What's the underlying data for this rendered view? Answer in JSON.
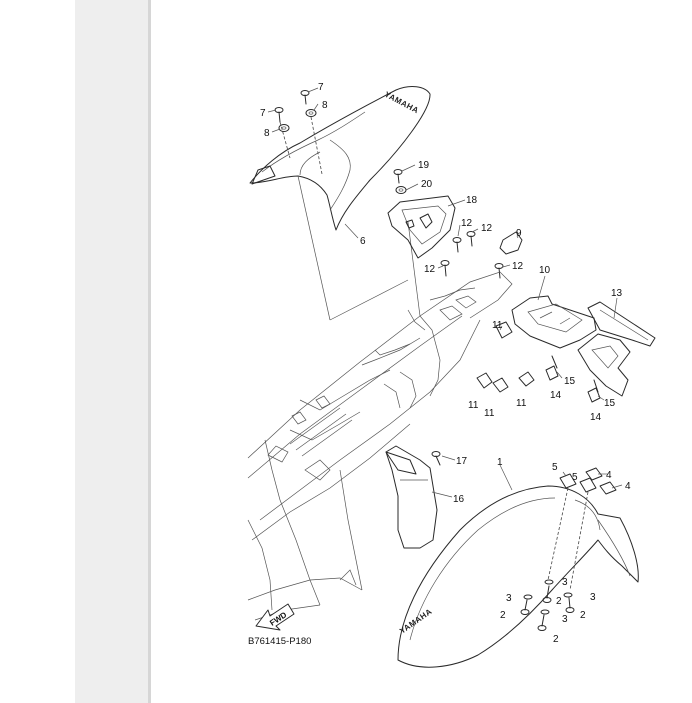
{
  "diagram": {
    "code": "B761415-P180",
    "brand_mark": "YAMAHA",
    "fwd_label": "FWD",
    "callouts": [
      {
        "id": "c1",
        "text": "1"
      },
      {
        "id": "c2a",
        "text": "2"
      },
      {
        "id": "c2b",
        "text": "2"
      },
      {
        "id": "c2c",
        "text": "2"
      },
      {
        "id": "c2d",
        "text": "2"
      },
      {
        "id": "c3a",
        "text": "3"
      },
      {
        "id": "c3b",
        "text": "3"
      },
      {
        "id": "c3c",
        "text": "3"
      },
      {
        "id": "c3d",
        "text": "3"
      },
      {
        "id": "c4a",
        "text": "4"
      },
      {
        "id": "c4b",
        "text": "4"
      },
      {
        "id": "c5a",
        "text": "5"
      },
      {
        "id": "c5b",
        "text": "5"
      },
      {
        "id": "c6",
        "text": "6"
      },
      {
        "id": "c7a",
        "text": "7"
      },
      {
        "id": "c7b",
        "text": "7"
      },
      {
        "id": "c8a",
        "text": "8"
      },
      {
        "id": "c8b",
        "text": "8"
      },
      {
        "id": "c9",
        "text": "9"
      },
      {
        "id": "c10",
        "text": "10"
      },
      {
        "id": "c11a",
        "text": "11"
      },
      {
        "id": "c11b",
        "text": "11"
      },
      {
        "id": "c11c",
        "text": "11"
      },
      {
        "id": "c11d",
        "text": "11"
      },
      {
        "id": "c12a",
        "text": "12"
      },
      {
        "id": "c12b",
        "text": "12"
      },
      {
        "id": "c12c",
        "text": "12"
      },
      {
        "id": "c12d",
        "text": "12"
      },
      {
        "id": "c13",
        "text": "13"
      },
      {
        "id": "c14a",
        "text": "14"
      },
      {
        "id": "c14b",
        "text": "14"
      },
      {
        "id": "c15a",
        "text": "15"
      },
      {
        "id": "c15b",
        "text": "15"
      },
      {
        "id": "c16",
        "text": "16"
      },
      {
        "id": "c17",
        "text": "17"
      },
      {
        "id": "c18",
        "text": "18"
      },
      {
        "id": "c19",
        "text": "19"
      },
      {
        "id": "c20",
        "text": "20"
      }
    ]
  }
}
